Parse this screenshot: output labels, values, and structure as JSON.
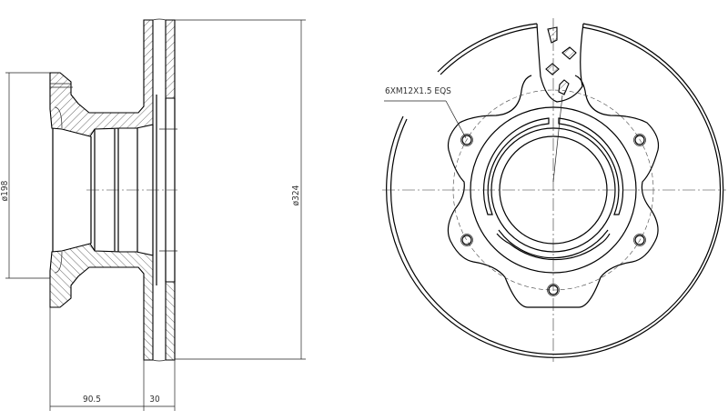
{
  "drawing": {
    "title": "Brake disc technical drawing",
    "dimensions": {
      "hub_diameter": "ø198",
      "disc_diameter": "ø324",
      "hub_depth": "90.5",
      "disc_thickness": "30"
    },
    "callouts": {
      "bolt_holes": "6XM12X1.5 EQS"
    },
    "colors": {
      "line": "#000000",
      "background": "#ffffff"
    }
  }
}
